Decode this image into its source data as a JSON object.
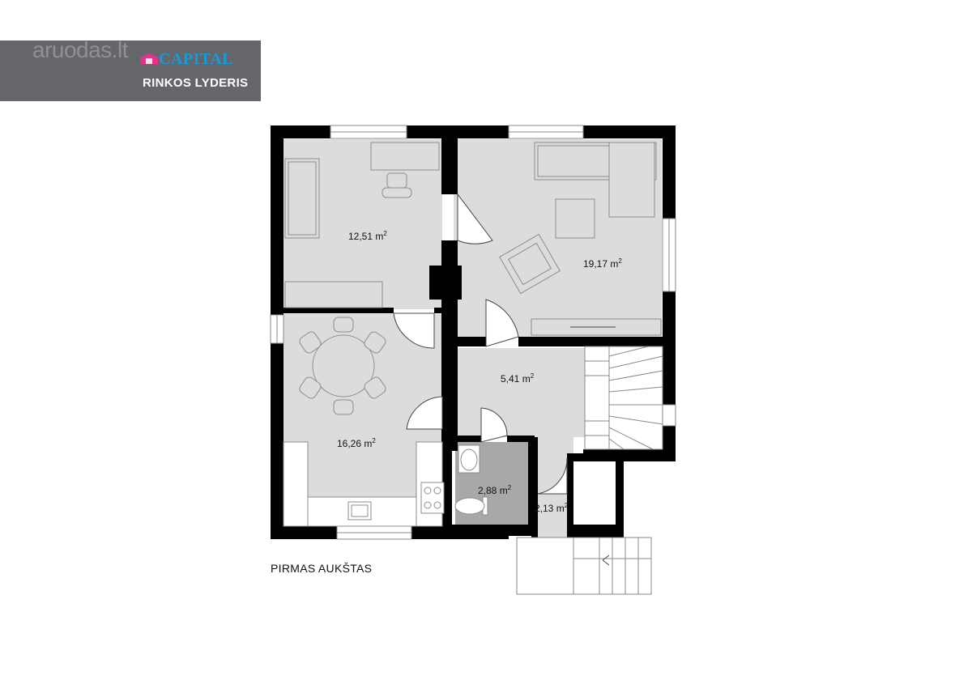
{
  "banner": {
    "watermark": "aruodas.lt",
    "brand_name": "CAPITAL",
    "tagline": "RINKOS LYDERIS",
    "logo_icon": "house-roof-icon",
    "colors": {
      "banner_bg": "#646669",
      "brand": "#1a9ad6",
      "logo": "#e0338a"
    }
  },
  "floor_plan": {
    "title": "PIRMAS AUKŠTAS",
    "rooms": [
      {
        "id": "office",
        "area": "12,51",
        "unit": "m",
        "power": "2"
      },
      {
        "id": "living",
        "area": "19,17",
        "unit": "m",
        "power": "2"
      },
      {
        "id": "hall",
        "area": "5,41",
        "unit": "m",
        "power": "2"
      },
      {
        "id": "kitchen",
        "area": "16,26",
        "unit": "m",
        "power": "2"
      },
      {
        "id": "bathroom",
        "area": "2,88",
        "unit": "m",
        "power": "2"
      },
      {
        "id": "entrance",
        "area": "2,13",
        "unit": "m",
        "power": "2"
      }
    ],
    "colors": {
      "wall": "#000000",
      "floor": "#dcdcdc",
      "bath_floor": "#a8a8a8",
      "furniture_stroke": "#8c8c8c"
    }
  }
}
